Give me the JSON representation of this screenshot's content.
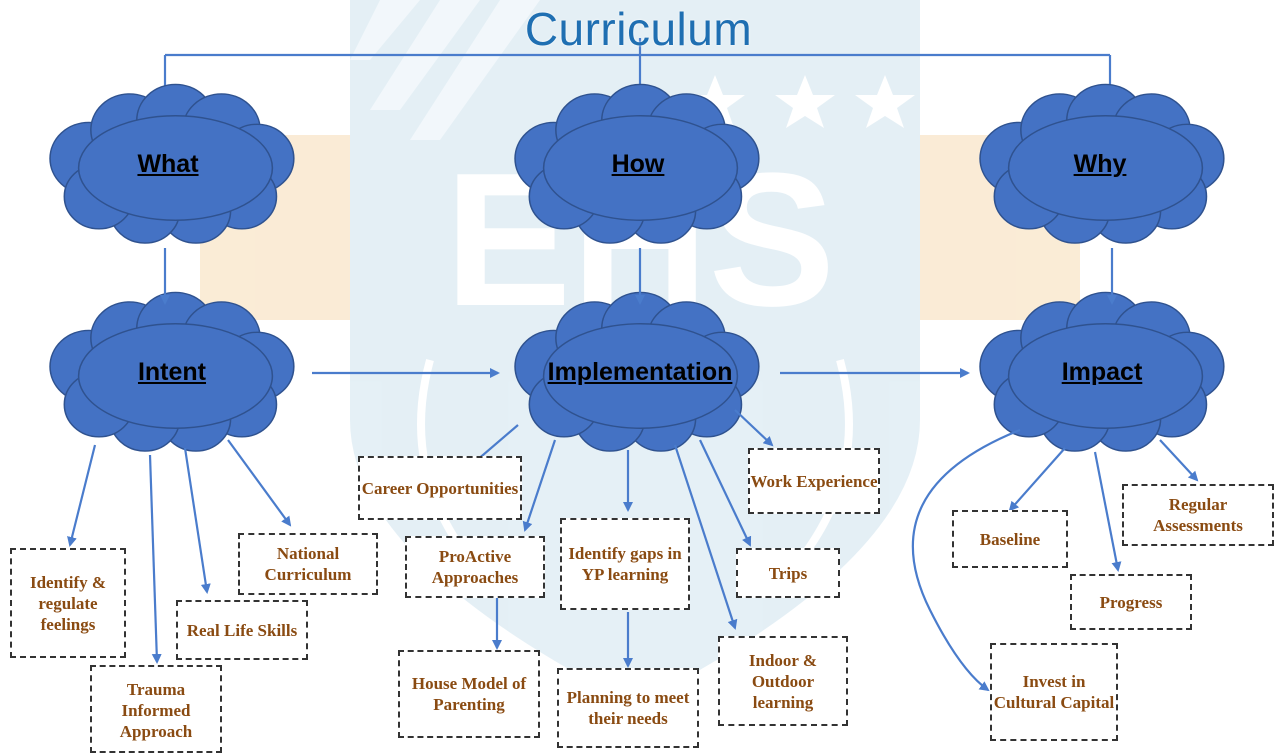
{
  "title": "Curriculum",
  "colors": {
    "cloud": "#4472c4",
    "cloud_edge": "#2f528f",
    "arrow": "#4a7ccc",
    "box_text": "#8a4b12",
    "title": "#1f6fb2"
  },
  "clouds": {
    "what": "What",
    "how": "How",
    "why": "Why",
    "intent": "Intent",
    "implementation": "Implementation",
    "impact": "Impact"
  },
  "intent_items": {
    "identify": "Identify & regulate feelings",
    "trauma": "Trauma Informed Approach",
    "real_life": "Real Life Skills",
    "national": "National Curriculum"
  },
  "implementation_items": {
    "career": "Career Opportunities",
    "proactive": "ProActive Approaches",
    "house": "House Model of Parenting",
    "gaps": "Identify gaps in YP learning",
    "planning": "Planning to meet their needs",
    "work": "Work Experience",
    "trips": "Trips",
    "indoor": "Indoor & Outdoor learning"
  },
  "impact_items": {
    "baseline": "Baseline",
    "regular": "Regular Assessments",
    "progress": "Progress",
    "invest": "Invest in Cultural Capital"
  }
}
